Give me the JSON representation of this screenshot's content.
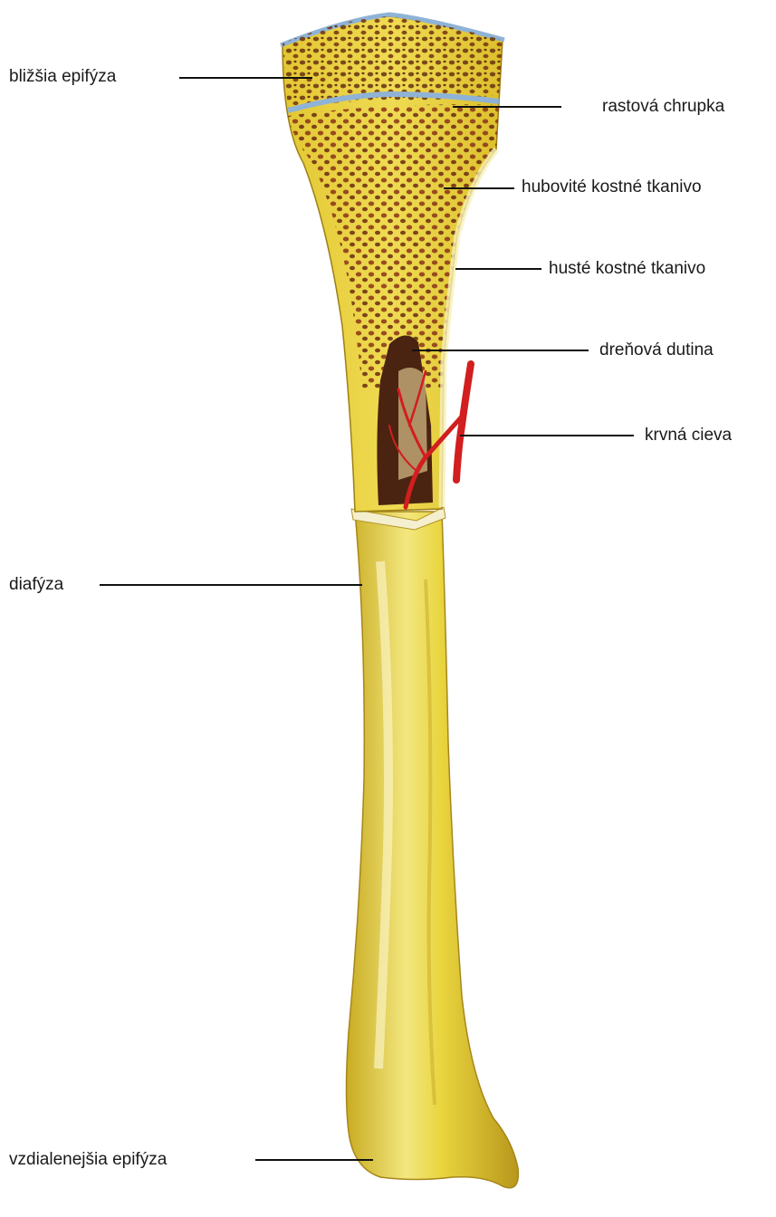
{
  "labels": {
    "proximal_epiphysis": "bližšia epifýza",
    "growth_cartilage": "rastová chrupka",
    "spongy_bone": "hubovité kostné tkanivo",
    "compact_bone": "husté kostné tkanivo",
    "medullary_cavity": "dreňová dutina",
    "blood_vessel": "krvná cieva",
    "diaphysis": "diafýza",
    "distal_epiphysis": "vzdialenejšia epifýza"
  },
  "colors": {
    "bone_yellow": "#e8d23c",
    "bone_highlight": "#f6ec9a",
    "cartilage_blue": "#8fb3d6",
    "spongy_pore": "#6e3a14",
    "marrow_dark": "#4a2410",
    "vessel_red": "#d21e1e"
  }
}
